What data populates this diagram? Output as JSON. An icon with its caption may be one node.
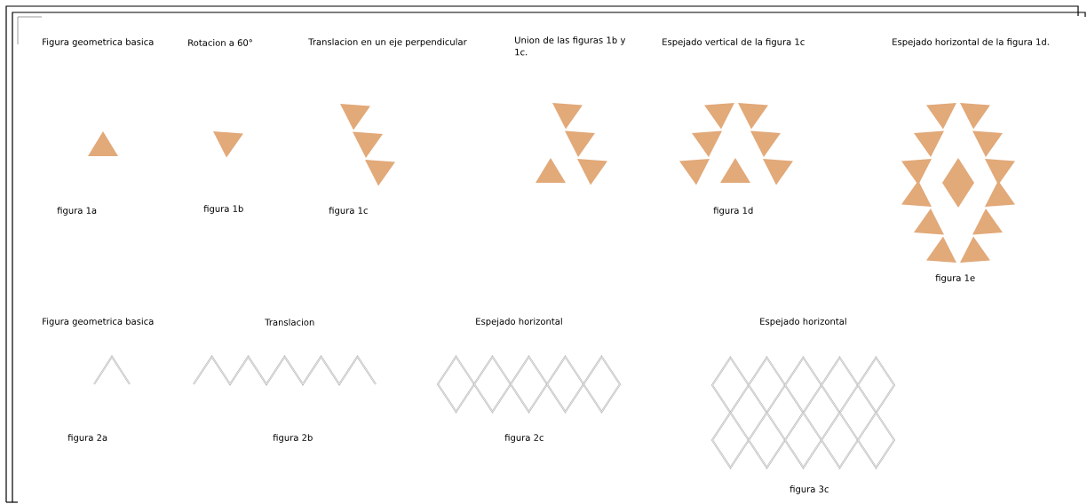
{
  "diagram": {
    "labels": [
      "Figura geometrica basica",
      "Rotacion a 60°",
      "Translacion en un eje perpendicular",
      "Union de las figuras 1b y 1c.",
      "Espejado vertical de la figura 1c",
      "Espejado horizontal de la figura 1d.",
      "figura 1a",
      "figura 1b",
      "figura 1c",
      "figura 1d",
      "figura 1e",
      "Figura geometrica basica",
      "Translacion",
      "Espejado horizontal",
      "Espejado horizontal",
      "figura 2a",
      "figura 2b",
      "figura 2c",
      "figura 3c"
    ]
  }
}
